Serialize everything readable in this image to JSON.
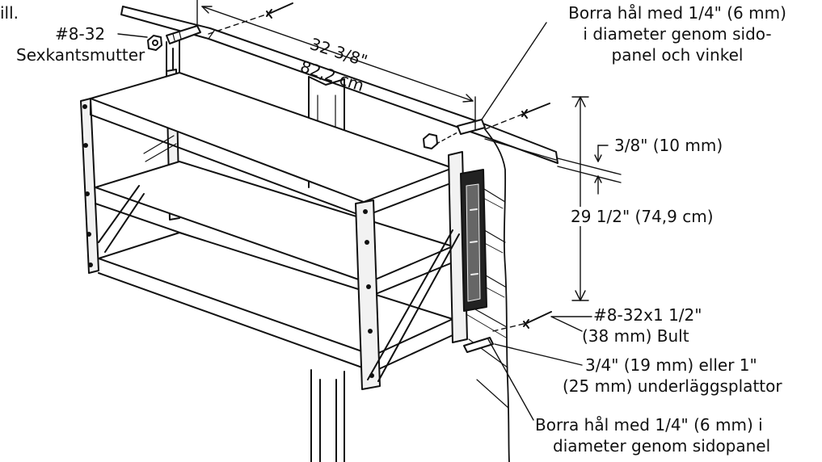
{
  "labels": {
    "edge_fragment": "ill.",
    "hex_nut_size": "#8-32",
    "hex_nut_name": "Sexkantsmutter",
    "top_span_in": "32 3/8\"",
    "top_span_cm": "82,2 cm",
    "drill_top_line1": "Borra hål med 1/4\" (6 mm)",
    "drill_top_line2": "i diameter genom sido-",
    "drill_top_line3": "panel och vinkel",
    "gap_offset": "3/8\" (10 mm)",
    "vertical_span": "29 1/2\"  (74,9 cm)",
    "bolt_line1": "#8-32x1 1/2\"",
    "bolt_line2": "(38 mm) Bult",
    "washer_line1": "3/4\" (19 mm) eller 1\"",
    "washer_line2": "(25 mm) underläggsplattor",
    "drill_bottom_line1": "Borra hål med 1/4\" (6 mm) i",
    "drill_bottom_line2": "diameter genom sidopanel"
  },
  "colors": {
    "ink": "#111111",
    "background": "#ffffff",
    "fill_light": "#f2f2f2",
    "fill_dark": "#222222"
  }
}
